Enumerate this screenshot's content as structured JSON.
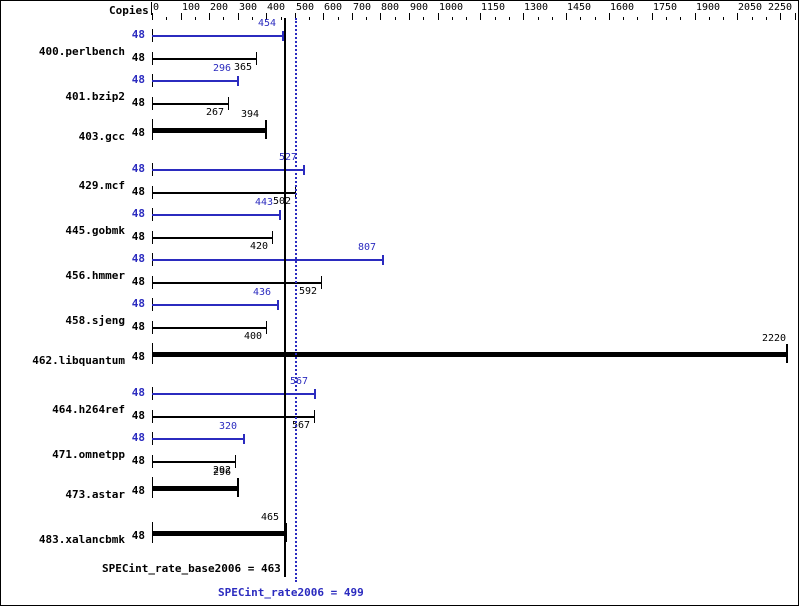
{
  "header": {
    "copies_label": "Copies"
  },
  "axis": {
    "min": 0,
    "max": 2250,
    "major_step": 100,
    "minor_step": 50,
    "tick_labels": [
      "0",
      "100",
      "200",
      "300",
      "400",
      "500",
      "600",
      "700",
      "800",
      "900",
      "1000",
      "1150",
      "1300",
      "1450",
      "1600",
      "1750",
      "1900",
      "2050",
      "2250"
    ],
    "tick_values": [
      0,
      100,
      200,
      300,
      400,
      500,
      600,
      700,
      800,
      900,
      1000,
      1150,
      1300,
      1450,
      1600,
      1750,
      1900,
      2050,
      2250
    ]
  },
  "reference_lines": {
    "base": {
      "value": 463,
      "label": "SPECint_rate_base2006 = 463",
      "color": "#000000"
    },
    "peak": {
      "value": 499,
      "label": "SPECint_rate2006 = 499",
      "color": "#2b2bbf"
    }
  },
  "colors": {
    "peak": "#2b2bbf",
    "base": "#000000",
    "background": "#ffffff"
  },
  "chart_data": {
    "type": "bar",
    "title": "",
    "xlabel": "",
    "ylabel": "",
    "xlim": [
      0,
      2250
    ],
    "orientation": "horizontal",
    "grid": false,
    "legend": "none",
    "categories": [
      "400.perlbench",
      "401.bzip2",
      "403.gcc",
      "429.mcf",
      "445.gobmk",
      "456.hmmer",
      "458.sjeng",
      "462.libquantum",
      "464.h264ref",
      "471.omnetpp",
      "473.astar",
      "483.xalancbmk"
    ],
    "series": [
      {
        "name": "peak",
        "color": "#2b2bbf",
        "values": [
          454,
          296,
          null,
          527,
          443,
          807,
          436,
          null,
          567,
          320,
          null,
          null
        ]
      },
      {
        "name": "base",
        "color": "#000000",
        "values": [
          365,
          267,
          394,
          502,
          420,
          592,
          400,
          2220,
          567,
          292,
          296,
          465
        ]
      }
    ],
    "copies": [
      {
        "peak": "48",
        "base": "48"
      },
      {
        "peak": "48",
        "base": "48"
      },
      {
        "peak": null,
        "base": "48"
      },
      {
        "peak": "48",
        "base": "48"
      },
      {
        "peak": "48",
        "base": "48"
      },
      {
        "peak": "48",
        "base": "48"
      },
      {
        "peak": "48",
        "base": "48"
      },
      {
        "peak": null,
        "base": "48"
      },
      {
        "peak": "48",
        "base": "48"
      },
      {
        "peak": "48",
        "base": "48"
      },
      {
        "peak": null,
        "base": "48"
      },
      {
        "peak": null,
        "base": "48"
      }
    ]
  },
  "rows": [
    {
      "name": "400.perlbench",
      "peak": "454",
      "base": "365",
      "copies_peak": "48",
      "copies_base": "48"
    },
    {
      "name": "401.bzip2",
      "peak": "296",
      "base": "267",
      "copies_peak": "48",
      "copies_base": "48"
    },
    {
      "name": "403.gcc",
      "peak": "",
      "base": "394",
      "copies_peak": "",
      "copies_base": "48"
    },
    {
      "name": "429.mcf",
      "peak": "527",
      "base": "502",
      "copies_peak": "48",
      "copies_base": "48"
    },
    {
      "name": "445.gobmk",
      "peak": "443",
      "base": "420",
      "copies_peak": "48",
      "copies_base": "48"
    },
    {
      "name": "456.hmmer",
      "peak": "807",
      "base": "592",
      "copies_peak": "48",
      "copies_base": "48"
    },
    {
      "name": "458.sjeng",
      "peak": "436",
      "base": "400",
      "copies_peak": "48",
      "copies_base": "48"
    },
    {
      "name": "462.libquantum",
      "peak": "",
      "base": "2220",
      "copies_peak": "",
      "copies_base": "48"
    },
    {
      "name": "464.h264ref",
      "peak": "567",
      "base": "567",
      "copies_peak": "48",
      "copies_base": "48"
    },
    {
      "name": "471.omnetpp",
      "peak": "320",
      "base": "292",
      "copies_peak": "48",
      "copies_base": "48"
    },
    {
      "name": "473.astar",
      "peak": "",
      "base": "296",
      "copies_peak": "",
      "copies_base": "48"
    },
    {
      "name": "483.xalancbmk",
      "peak": "",
      "base": "465",
      "copies_peak": "",
      "copies_base": "48"
    }
  ]
}
